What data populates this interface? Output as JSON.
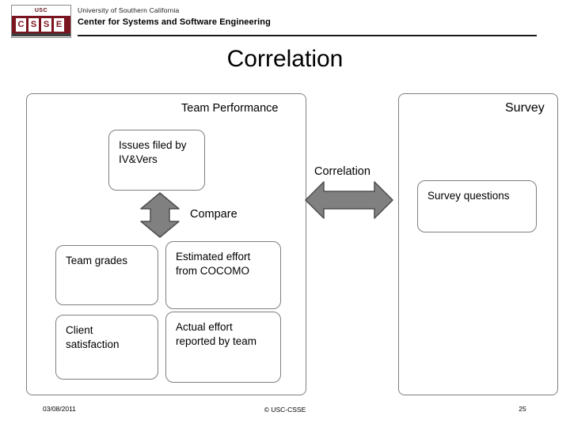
{
  "header": {
    "logo_text": "USC",
    "logo_letters": [
      "C",
      "S",
      "S",
      "E"
    ],
    "line1": "University of Southern California",
    "line2": "Center for Systems and Software Engineering"
  },
  "slide": {
    "title": "Correlation"
  },
  "panels": {
    "team_performance_label": "Team Performance",
    "survey_label": "Survey"
  },
  "boxes": {
    "issues_filed": "Issues filed by IV&Vers",
    "team_grades": "Team grades",
    "estimated_effort": "Estimated effort from COCOMO",
    "client_satisfaction": "Client satisfaction",
    "actual_effort": "Actual effort reported by team",
    "survey_questions": "Survey questions"
  },
  "labels": {
    "compare": "Compare",
    "correlation_middle": "Correlation"
  },
  "icons": {
    "vertical_arrow": "double-arrow-vertical-icon",
    "horizontal_arrow": "double-arrow-horizontal-icon"
  },
  "colors": {
    "arrow_fill": "#808080",
    "arrow_stroke": "#4d4d4d",
    "box_border": "#7f7f7f",
    "usc_maroon": "#7a1420"
  },
  "footer": {
    "date": "03/08/2011",
    "center": "© USC-CSSE",
    "page": "25"
  }
}
